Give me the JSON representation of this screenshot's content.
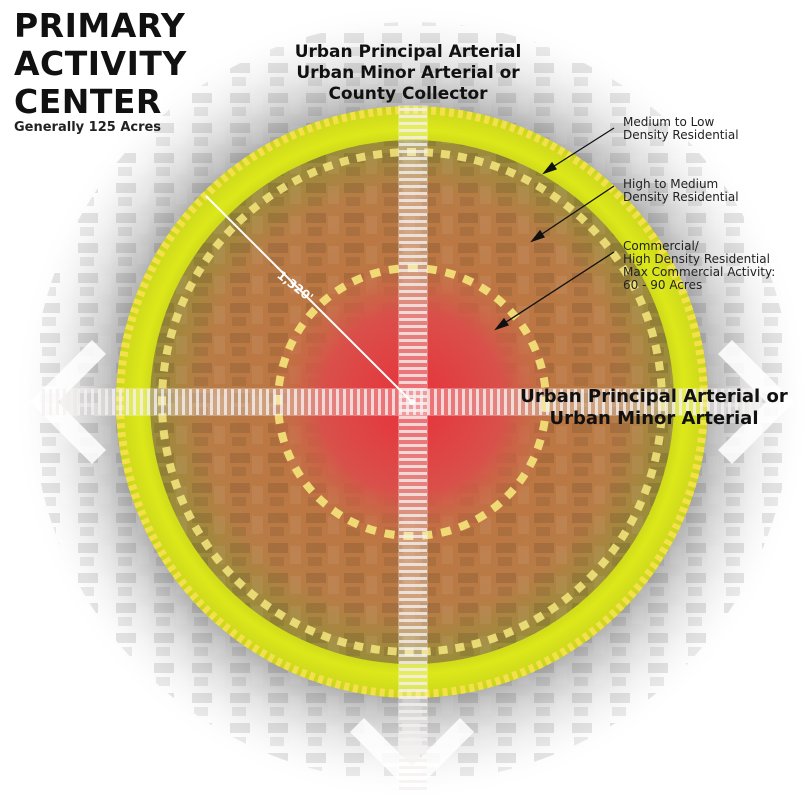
{
  "title_lines": [
    "PRIMARY",
    "ACTIVITY",
    "CENTER"
  ],
  "subtitle": "Generally 125 Acres",
  "vertical_road": {
    "lines": [
      "Urban Principal Arterial",
      "Urban Minor Arterial or",
      "County Collector"
    ]
  },
  "horizontal_road": {
    "lines": [
      "Urban Principal Arterial or",
      "Urban Minor Arterial"
    ]
  },
  "zones": [
    {
      "lines": [
        "Medium to Low",
        "Density Residential"
      ],
      "color": "#e3ea1e"
    },
    {
      "lines": [
        "High to Medium",
        "Density Residential"
      ],
      "color": "#c8853f"
    },
    {
      "lines": [
        "Commercial/",
        "High Density Residential",
        "Max Commercial Activity:",
        "60 - 90 Acres"
      ],
      "color": "#e83a3a"
    }
  ],
  "radius_label": "1,320'",
  "colors": {
    "outer_ring": "#dde81a",
    "middle_zone": "#c27a3e",
    "core": "#e8313a",
    "dash_ring": "#f2e27a",
    "road_stripes": "#f4f0f0",
    "aerial_bg": "#8a8a8a"
  }
}
